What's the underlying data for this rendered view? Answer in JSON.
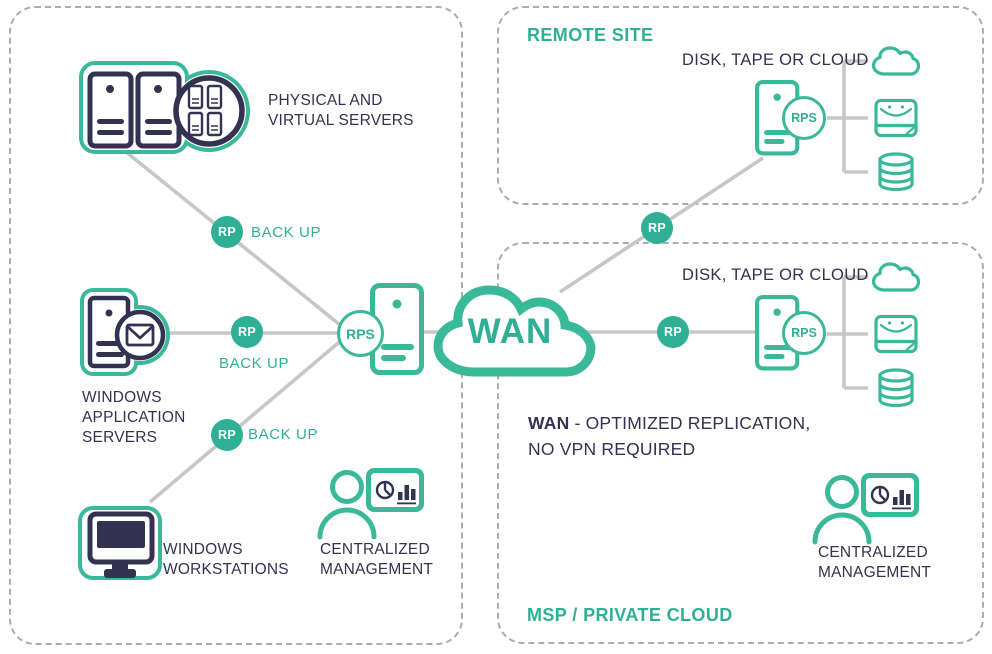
{
  "colors": {
    "accent_teal": "#2fb095",
    "icon_teal": "#3ab99a",
    "text_navy": "#333250",
    "connector_gray": "#c7c7c7",
    "panel_border_gray": "#a9adb3"
  },
  "nodes": {
    "rp_label": "RP",
    "rps_label": "RPS"
  },
  "left_panel": {
    "physical_virtual_label": "PHYSICAL AND\nVIRTUAL SERVERS",
    "windows_app_label": "WINDOWS\nAPPLICATION\nSERVERS",
    "workstations_label": "WINDOWS\nWORKSTATIONS",
    "central_mgmt_label": "CENTRALIZED\nMANAGEMENT",
    "backup_labels": [
      "BACK UP",
      "BACK UP",
      "BACK UP"
    ]
  },
  "wan": {
    "cloud_label": "WAN",
    "desc_bold": "WAN",
    "desc_rest": " - OPTIMIZED REPLICATION,",
    "desc_line2": "NO VPN REQUIRED"
  },
  "remote_site": {
    "title": "REMOTE SITE",
    "storage_label": "DISK, TAPE OR CLOUD"
  },
  "msp_cloud": {
    "title": "MSP / PRIVATE CLOUD",
    "storage_label": "DISK, TAPE OR CLOUD",
    "central_mgmt_label": "CENTRALIZED\nMANAGEMENT"
  }
}
